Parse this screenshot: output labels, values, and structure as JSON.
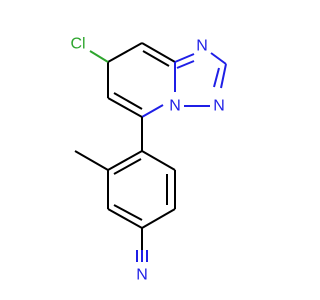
{
  "molecule": {
    "atoms": {
      "cl": {
        "label": "Cl",
        "color": "#2ea52e"
      },
      "n1": {
        "label": "N",
        "color": "#1f1fe6"
      },
      "n2": {
        "label": "N",
        "color": "#1f1fe6"
      },
      "n3": {
        "label": "N",
        "color": "#1f1fe6"
      },
      "n4": {
        "label": "N",
        "color": "#1f1fe6"
      }
    }
  }
}
